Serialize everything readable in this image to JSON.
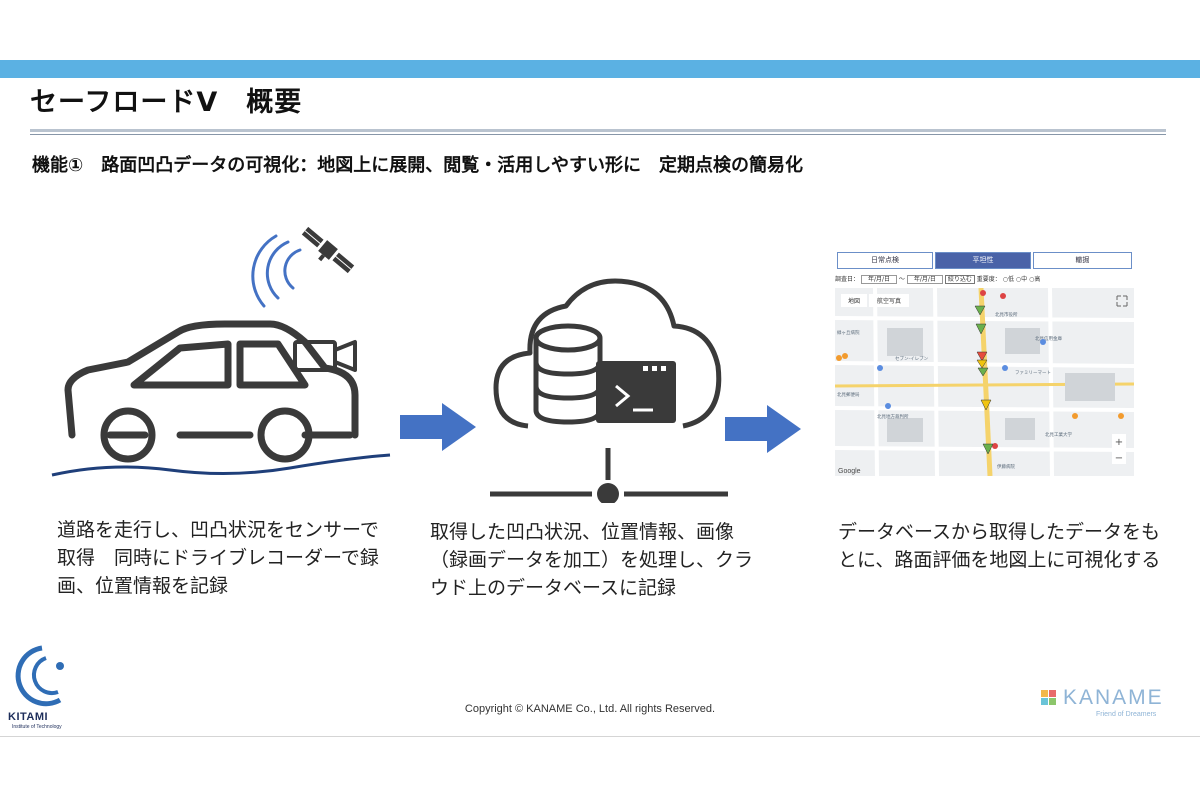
{
  "header": {
    "title": "セーフロードV　概要",
    "subtitle": "機能①　路面凹凸データの可視化：地図上に展開、閲覧・活用しやすい形に　定期点検の簡易化"
  },
  "steps": [
    {
      "description": "道路を走行し、凹凸状況をセンサーで取得　同時にドライブレコーダーで録画、位置情報を記録"
    },
    {
      "description": "取得した凹凸状況、位置情報、画像（録画データを加工）を処理し、クラウド上のデータベースに記録"
    },
    {
      "description": "データベースから取得したデータをもとに、路面評価を地図上に可視化する"
    }
  ],
  "map_screenshot": {
    "tabs": [
      "日常点検",
      "平坦性",
      "轍掘"
    ],
    "survey_date_label": "調査日：",
    "date_placeholder": "年/月/日",
    "range_sep": "～",
    "search_button": "絞り込む",
    "severity_label": "重要度：",
    "severity_options": [
      "低",
      "中",
      "高"
    ],
    "map_types": [
      "地図",
      "航空写真"
    ],
    "zoom_in": "+",
    "zoom_out": "−",
    "google_label": "Google",
    "map_labels": [
      "北見市役所",
      "緑ヶ丘病院",
      "北見信用金庫",
      "セブン-イレブン",
      "北見地方裁判所",
      "北見郵便局",
      "ファミリーマート",
      "北見工業大学",
      "伊藤病院"
    ]
  },
  "footer": {
    "copyright": "Copyright © KANAME Co., Ltd. All rights Reserved.",
    "kitami_name": "KITAMI",
    "kitami_sub": "Institute of Technology",
    "kaname_name": "KANAME",
    "kaname_sub": "Friend of Dreamers"
  },
  "colors": {
    "accent_bar": "#5bb1e3",
    "arrow": "#4472c4",
    "icon_gray": "#3a3a3a",
    "road_line": "#1f3f7a"
  }
}
